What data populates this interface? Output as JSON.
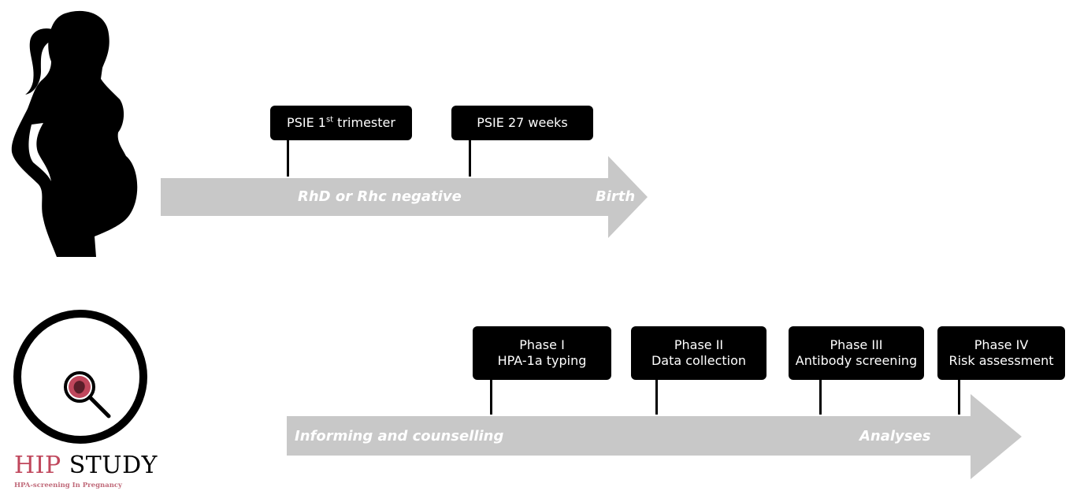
{
  "colors": {
    "arrow": "#c8c8c8",
    "box": "#000000",
    "accent": "#c0475c"
  },
  "icons": {
    "pregnant": "pregnant-woman-icon",
    "logo": "hip-study-logo"
  },
  "timeline1": {
    "arrow_left": "RhD or Rhc negative",
    "arrow_right": "Birth",
    "box1_main": "PSIE 1",
    "box1_sup": "st",
    "box1_rest": " trimester",
    "box2": "PSIE 27 weeks"
  },
  "timeline2": {
    "arrow_left": "Informing and counselling",
    "arrow_right": "Analyses",
    "phases": [
      {
        "title": "Phase I",
        "desc": "HPA-1a typing"
      },
      {
        "title": "Phase II",
        "desc": "Data collection"
      },
      {
        "title": "Phase III",
        "desc": "Antibody screening"
      },
      {
        "title": "Phase IV",
        "desc": "Risk assessment"
      }
    ]
  },
  "logo": {
    "hip": "HIP",
    "study": " STUDY",
    "subtitle": "HPA-screening In Pregnancy"
  }
}
